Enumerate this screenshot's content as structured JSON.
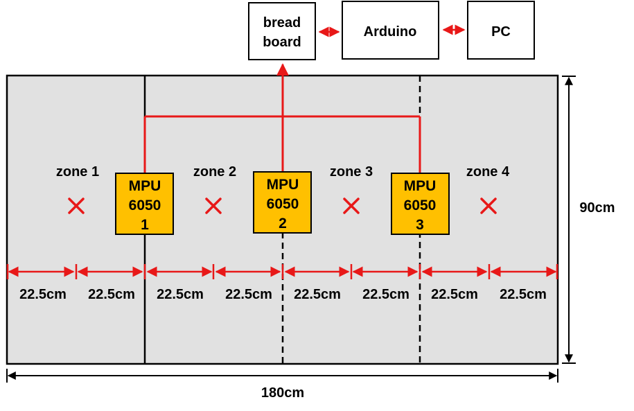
{
  "top_boxes": {
    "breadboard": [
      "bread",
      "board"
    ],
    "arduino": "Arduino",
    "pc": "PC"
  },
  "zones": [
    "zone 1",
    "zone 2",
    "zone 3",
    "zone 4"
  ],
  "sensors": [
    [
      "MPU",
      "6050",
      "1"
    ],
    [
      "MPU",
      "6050",
      "2"
    ],
    [
      "MPU",
      "6050",
      "3"
    ]
  ],
  "segment_labels": [
    "22.5cm",
    "22.5cm",
    "22.5cm",
    "22.5cm",
    "22.5cm",
    "22.5cm",
    "22.5cm",
    "22.5cm"
  ],
  "width_label": "180cm",
  "height_label": "90cm",
  "colors": {
    "floor": "#e1e1e1",
    "wire": "#e81818",
    "sensor": "#ffc000",
    "marker": "#e81818",
    "outline": "#000000"
  }
}
